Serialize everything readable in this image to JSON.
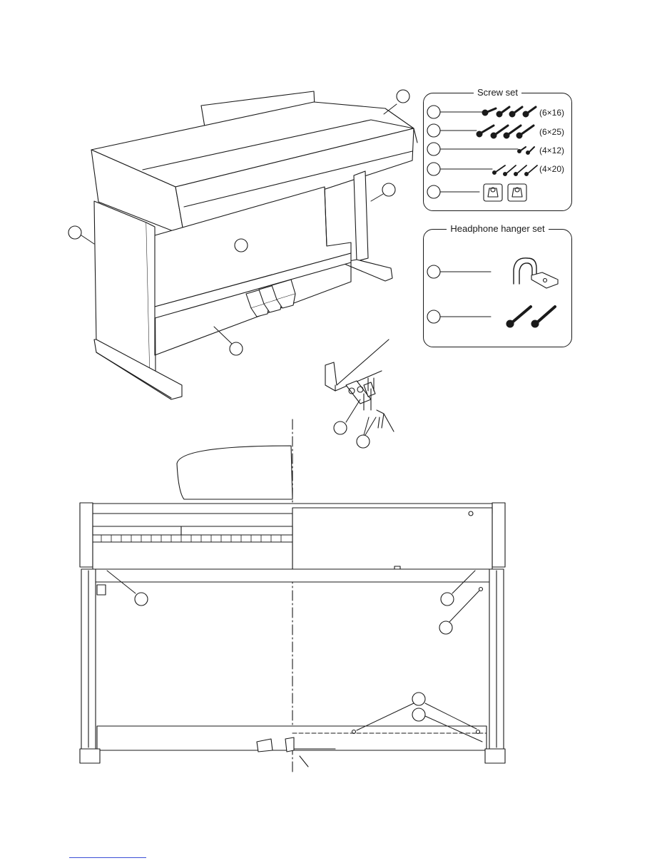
{
  "screw_set": {
    "title": "Screw set",
    "sizes": [
      "(6×16)",
      "(6×25)",
      "(4×12)",
      "(4×20)"
    ]
  },
  "headphone_set": {
    "title": "Headphone hanger set"
  },
  "icons": [
    "piano-illustration-icon",
    "pedal-assembly-icon",
    "screw-icon",
    "cord-holder-icon",
    "headphone-hanger-icon",
    "front-view-illustration-icon"
  ]
}
